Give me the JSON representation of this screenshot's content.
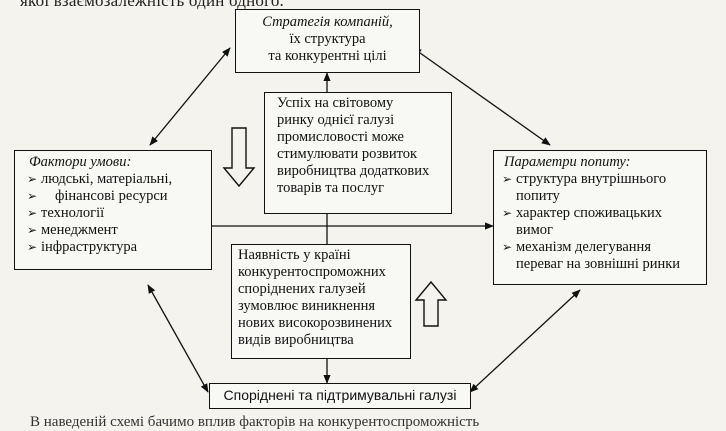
{
  "header_fragment": "якої взаємозалежність один одного.",
  "footer_fragment": "В наведеній схемі бачимо вплив факторів на конкурентоспроможність",
  "boxes": {
    "strategy": {
      "title": "Стратегія компаній,",
      "line2": "їх структура",
      "line3": "та конкурентні цілі"
    },
    "success": {
      "lines": [
        "Успіх на світовому",
        "ринку однієї галузі",
        "промисловості може",
        "стимулювати розвиток",
        "виробництва додаткових",
        "товарів та послуг"
      ]
    },
    "factors": {
      "title": "Фактори умови:",
      "items": [
        "людські, матеріальні,",
        "фінансові ресурси",
        "технології",
        "менеджмент",
        "інфраструктура"
      ]
    },
    "demand": {
      "title": "Параметри попиту:",
      "items": [
        "структура внутрішнього попиту",
        "характер споживацьких вимог",
        "механізм делегування переваг на зовнішні ринки"
      ]
    },
    "presence": {
      "lines": [
        "Наявність у країні",
        "конкурентоспроможних",
        "споріднених галузей",
        "зумовлює виникнення",
        "нових високорозвинених",
        "видів виробництва"
      ]
    },
    "related": {
      "label": "Споріднені та підтримувальні галузі"
    }
  }
}
